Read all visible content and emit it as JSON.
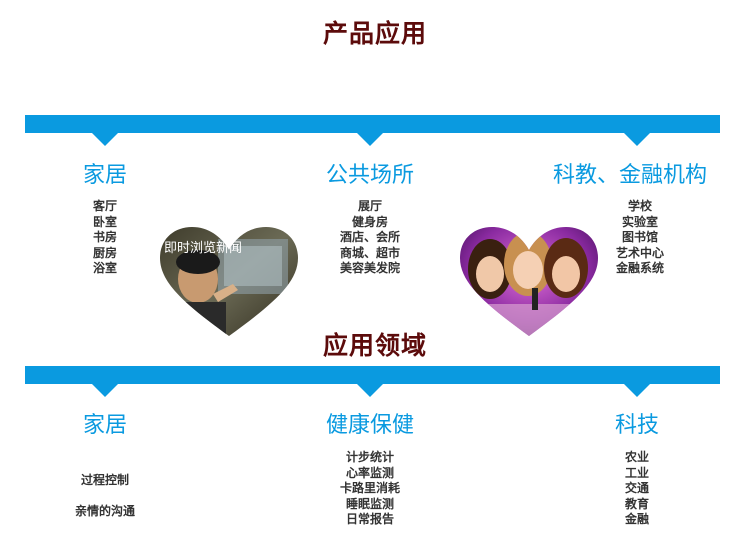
{
  "sections": [
    {
      "heading": "产品应用",
      "columns": [
        {
          "title": "家居",
          "items": [
            "客厅",
            "卧室",
            "书房",
            "厨房",
            "浴室"
          ]
        },
        {
          "title": "公共场所",
          "items": [
            "展厅",
            "健身房",
            "酒店、会所",
            "商城、超市",
            "美容美发院"
          ]
        },
        {
          "title": "科教、金融机构",
          "items": [
            "学校",
            "实验室",
            "图书馆",
            "艺术中心",
            "金融系统"
          ]
        }
      ]
    },
    {
      "heading": "应用领域",
      "columns": [
        {
          "title": "家居",
          "items": [
            "过程控制",
            "亲情的沟通"
          ]
        },
        {
          "title": "健康保健",
          "items": [
            "计步统计",
            "心率监测",
            "卡路里消耗",
            "睡眠监测",
            "日常报告"
          ]
        },
        {
          "title": "科技",
          "items": [
            "农业",
            "工业",
            "交通",
            "教育",
            "金融"
          ]
        }
      ]
    }
  ],
  "photo_overlay_text": "即时浏览新闻",
  "colors": {
    "accent": "#0a9ae0",
    "heading": "#5c0b0b",
    "text": "#333333"
  }
}
